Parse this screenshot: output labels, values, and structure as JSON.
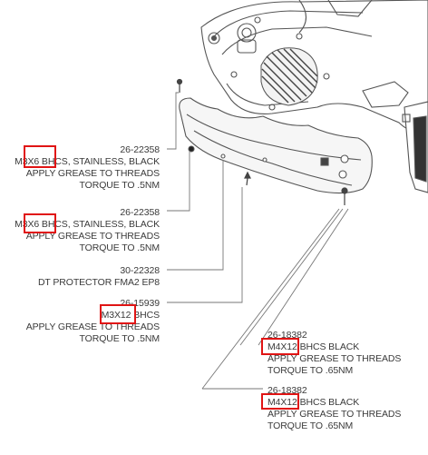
{
  "callouts": [
    {
      "id": "c1",
      "lines": [
        "26-22358",
        "M3X6 BHCS, STAINLESS, BLACK",
        "APPLY GREASE TO THREADS",
        "TORQUE TO .5NM"
      ]
    },
    {
      "id": "c2",
      "lines": [
        "26-22358",
        "M3X6 BHCS, STAINLESS, BLACK",
        "APPLY GREASE TO THREADS",
        "TORQUE TO .5NM"
      ]
    },
    {
      "id": "c3",
      "lines": [
        "30-22328",
        "DT PROTECTOR FMA2 EP8"
      ]
    },
    {
      "id": "c4",
      "lines": [
        "26-15939",
        "M3X12 BHCS",
        "APPLY GREASE TO THREADS",
        "TORQUE TO .5NM"
      ]
    },
    {
      "id": "c5",
      "lines": [
        "26-18382",
        "M4X12 BHCS BLACK",
        "APPLY GREASE TO THREADS",
        "TORQUE TO .65NM"
      ]
    },
    {
      "id": "c6",
      "lines": [
        "26-18382",
        "M4X12 BHCS BLACK",
        "APPLY GREASE TO THREADS",
        "TORQUE TO .65NM"
      ]
    }
  ],
  "highlights": [
    "M3X6",
    "M3X6",
    "M3X12",
    "M4X12",
    "M4X12"
  ],
  "colors": {
    "line": "#777777",
    "text": "#3a3a3a",
    "highlight": "#e01414"
  }
}
